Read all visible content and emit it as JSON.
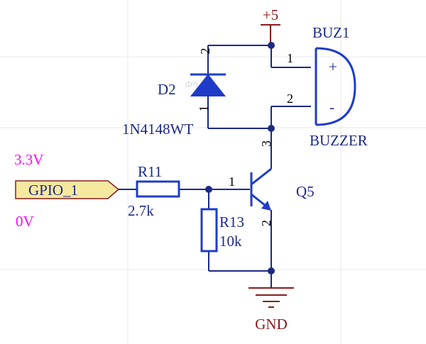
{
  "power": {
    "vcc_label": "+5",
    "gnd_label": "GND"
  },
  "diode": {
    "ref": "D2",
    "ghost_ref": "(D?)",
    "part": "1N4148WT",
    "pin_anode": "1",
    "pin_cathode": "2"
  },
  "buzzer": {
    "ref": "BUZ1",
    "value": "BUZZER",
    "pin_plus": "1",
    "pin_minus": "2",
    "plus_sign": "+",
    "minus_sign": "-"
  },
  "transistor": {
    "ref": "Q5",
    "pin_base": "1",
    "pin_emitter": "2",
    "pin_collector": "3"
  },
  "r11": {
    "ref": "R11",
    "value": "2.7k"
  },
  "r13": {
    "ref": "R13",
    "value": "10k"
  },
  "port": {
    "name": "GPIO_1",
    "high_level": "3.3V",
    "low_level": "0V"
  },
  "colors": {
    "wire": "#1c2a86",
    "component": "#1e3cc8",
    "power": "#8b1a1a",
    "port_fill": "#f5e9a0",
    "port_border": "#8b1a1a",
    "annotation": "#ff00ff",
    "grid": "#e8e8e8"
  }
}
